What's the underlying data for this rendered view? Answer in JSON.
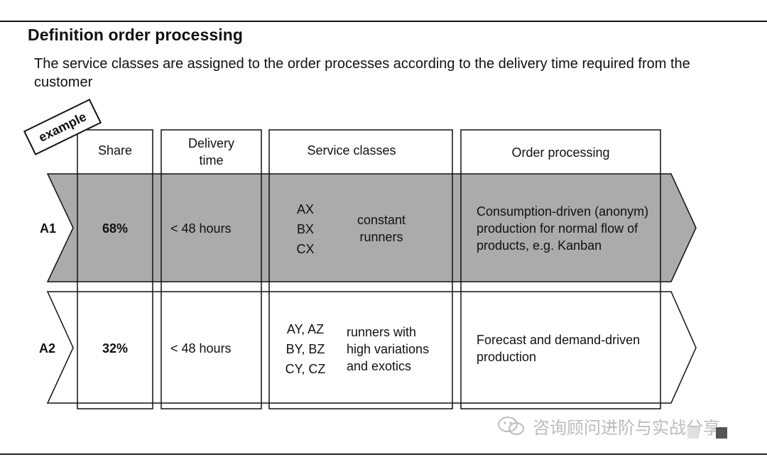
{
  "header": {
    "title": "Definition order processing",
    "subtitle": "The service classes are assigned to the order processes according to the delivery time required from the customer"
  },
  "stamp": "example",
  "columns": {
    "share": "Share",
    "delivery_line1": "Delivery",
    "delivery_line2": "time",
    "service": "Service classes",
    "order": "Order processing"
  },
  "rows": [
    {
      "id": "A1",
      "share": "68%",
      "delivery": "< 48 hours",
      "classes": [
        "AX",
        "BX",
        "CX"
      ],
      "class_desc": [
        "constant",
        "runners"
      ],
      "order": [
        "Consumption-driven (anonym)",
        "production for normal flow of",
        "products, e.g. Kanban"
      ]
    },
    {
      "id": "A2",
      "share": "32%",
      "delivery": "< 48 hours",
      "classes": [
        "AY, AZ",
        "BY, BZ",
        "CY, CZ"
      ],
      "class_desc": [
        "runners with",
        "high variations",
        "and exotics"
      ],
      "order": [
        "Forecast and demand-driven",
        "production"
      ]
    }
  ],
  "watermark": "咨询顾问进阶与实战分享",
  "colors": {
    "band_gray": "#ababab",
    "line": "#111111"
  }
}
